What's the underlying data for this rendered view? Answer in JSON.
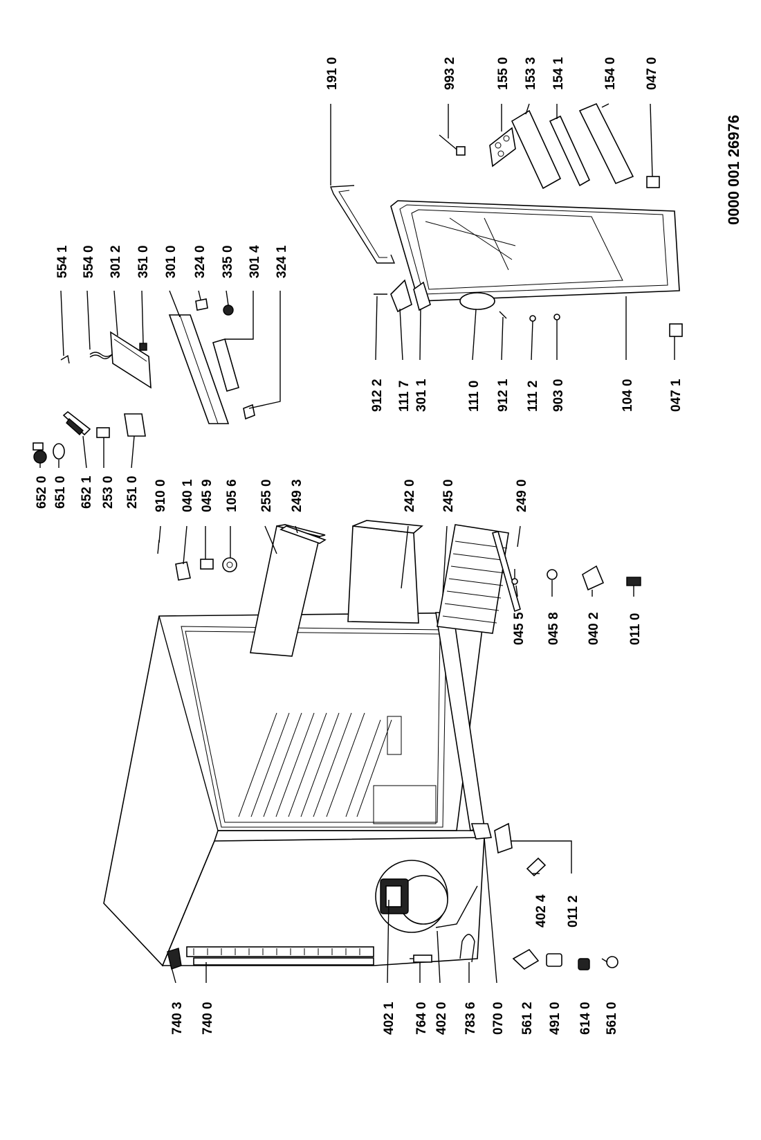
{
  "document_number": "0000 001 26976",
  "labels": {
    "l_6520": "652 0",
    "l_6510": "651 0",
    "l_6521": "652 1",
    "l_2530": "253 0",
    "l_2510": "251 0",
    "l_9100": "910 0",
    "l_0401": "040 1",
    "l_0459": "045 9",
    "l_1056": "105 6",
    "l_2550": "255 0",
    "l_2493": "249 3",
    "l_2420": "242 0",
    "l_2450": "245 0",
    "l_2490": "249 0",
    "l_5541": "554 1",
    "l_5540": "554 0",
    "l_3012": "301 2",
    "l_3510": "351 0",
    "l_3010": "301 0",
    "l_3240": "324 0",
    "l_3350": "335 0",
    "l_3014": "301 4",
    "l_3241": "324 1",
    "l_1910": "191 0",
    "l_9932": "993 2",
    "l_1550": "155 0",
    "l_1533": "153 3",
    "l_1541": "154 1",
    "l_1540": "154 0",
    "l_0470": "047 0",
    "l_9122": "912 2",
    "l_1117": "111 7",
    "l_3011": "301 1",
    "l_1110": "111 0",
    "l_9121": "912 1",
    "l_1112": "111 2",
    "l_9030": "903 0",
    "l_1040": "104 0",
    "l_0471": "047 1",
    "l_0455": "045 5",
    "l_0458": "045 8",
    "l_0402": "040 2",
    "l_0110": "011 0",
    "l_7403": "740 3",
    "l_7400": "740 0",
    "l_4021": "402 1",
    "l_7640": "764 0",
    "l_4020": "402 0",
    "l_7836": "783 6",
    "l_0700": "070 0",
    "l_5612": "561 2",
    "l_4910": "491 0",
    "l_6140": "614 0",
    "l_5610": "561 0",
    "l_4024": "402 4",
    "l_0112": "011 2"
  }
}
